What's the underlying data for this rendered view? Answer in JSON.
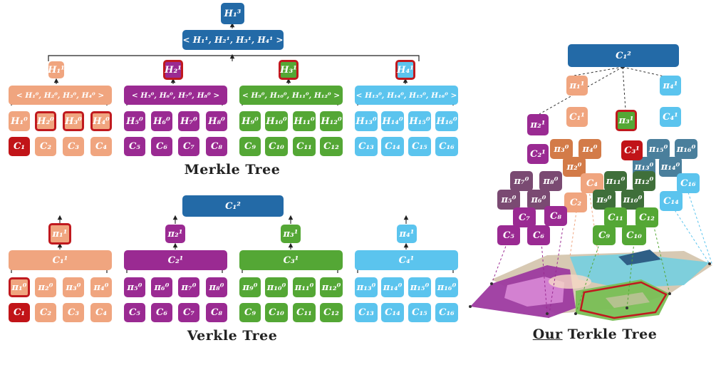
{
  "colors": {
    "navy": "#236aa7",
    "red": "#c11418",
    "salmon": "#f0a57f",
    "purple": "#9a2a92",
    "green": "#54a735",
    "sky": "#5bc4ee",
    "highlight": "#c0191e"
  },
  "merkle": {
    "caption": "Merkle Tree",
    "root": "H₁³",
    "root_vector": "< H₁¹, H₂¹, H₃¹, H₄¹ >",
    "mid": [
      "H₁¹",
      "H₂¹",
      "H₃¹",
      "H₄¹"
    ],
    "vectors": [
      "< H₁⁰, H₂⁰, H₃⁰, H₄⁰ >",
      "< H₅⁰, H₆⁰, H₇⁰, H₈⁰ >",
      "< H₉⁰, H₁₀⁰, H₁₁⁰, H₁₂⁰ >",
      "< H₁₃⁰, H₁₄⁰, H₁₅⁰, H₁₆⁰ >"
    ],
    "hashes": [
      "H₁⁰",
      "H₂⁰",
      "H₃⁰",
      "H₄⁰",
      "H₅⁰",
      "H₆⁰",
      "H₇⁰",
      "H₈⁰",
      "H₉⁰",
      "H₁₀⁰",
      "H₁₁⁰",
      "H₁₂⁰",
      "H₁₃⁰",
      "H₁₄⁰",
      "H₁₅⁰",
      "H₁₆⁰"
    ],
    "leaves": [
      "C₁",
      "C₂",
      "C₃",
      "C₄",
      "C₅",
      "C₆",
      "C₇",
      "C₈",
      "C₉",
      "C₁₀",
      "C₁₁",
      "C₁₂",
      "C₁₃",
      "C₁₄",
      "C₁₅",
      "C₁₆"
    ]
  },
  "verkle": {
    "caption": "Verkle Tree",
    "root": "C₁²",
    "proofs_mid": [
      "π₁¹",
      "π₂¹",
      "π₃¹",
      "π₄¹"
    ],
    "commitments": [
      "C₁¹",
      "C₂¹",
      "C₃¹",
      "C₄¹"
    ],
    "proofs": [
      "π₁⁰",
      "π₂⁰",
      "π₃⁰",
      "π₄⁰",
      "π₅⁰",
      "π₆⁰",
      "π₇⁰",
      "π₈⁰",
      "π₉⁰",
      "π₁₀⁰",
      "π₁₁⁰",
      "π₁₂⁰",
      "π₁₃⁰",
      "π₁₄⁰",
      "π₁₅⁰",
      "π₁₆⁰"
    ],
    "leaves": [
      "C₁",
      "C₂",
      "C₃",
      "C₄",
      "C₅",
      "C₆",
      "C₇",
      "C₈",
      "C₉",
      "C₁₀",
      "C₁₁",
      "C₁₂",
      "C₁₃",
      "C₁₄",
      "C₁₅",
      "C₁₆"
    ]
  },
  "terkle": {
    "caption_emphasis": "Our",
    "caption_rest": " Terkle Tree",
    "root": "C₁²",
    "proof1": "π₁¹",
    "comm1": "C₁¹",
    "proof2": "π₂¹",
    "comm2": "C₂¹",
    "proof3": "π₃¹",
    "comm3": "C₃¹",
    "proof4": "π₄¹",
    "comm4": "C₄¹",
    "purple_proofs": [
      "π₅⁰",
      "π₆⁰",
      "π₇⁰",
      "π₈⁰"
    ],
    "purple_leaves": [
      "C₅",
      "C₆",
      "C₇",
      "C₈"
    ],
    "salmon_proofs": [
      "π₃⁰",
      "π₄⁰",
      "π₂⁰"
    ],
    "salmon_leaves": [
      "C₂",
      "C₄"
    ],
    "green_proofs": [
      "π₉⁰",
      "π₁₀⁰",
      "π₁₁⁰",
      "π₁₂⁰"
    ],
    "green_leaves": [
      "C₉",
      "C₁₀",
      "C₁₁",
      "C₁₂"
    ],
    "blue_proofs": [
      "π₁₅⁰",
      "π₁₆⁰",
      "π₁₄⁰",
      "π₁₃⁰"
    ],
    "blue_leaves": [
      "C₁₄",
      "C₁₆"
    ]
  }
}
